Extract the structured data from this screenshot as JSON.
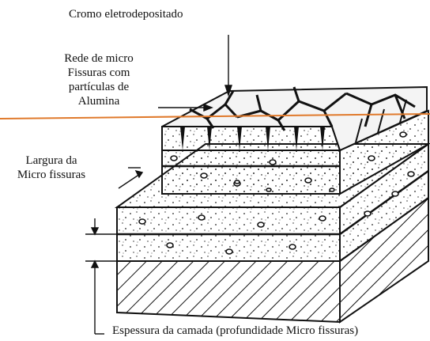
{
  "labels": {
    "top": "Cromo eletrodepositado",
    "network": [
      "Rede de micro",
      "Fissuras com",
      "partículas de",
      "Alumina"
    ],
    "width": [
      "Largura da",
      "Micro fissuras"
    ],
    "bottom": "Espessura da camada (profundidade Micro fissuras)"
  },
  "colors": {
    "ink": "#111111",
    "highlight_line": "#e07a2c",
    "background": "#ffffff"
  }
}
